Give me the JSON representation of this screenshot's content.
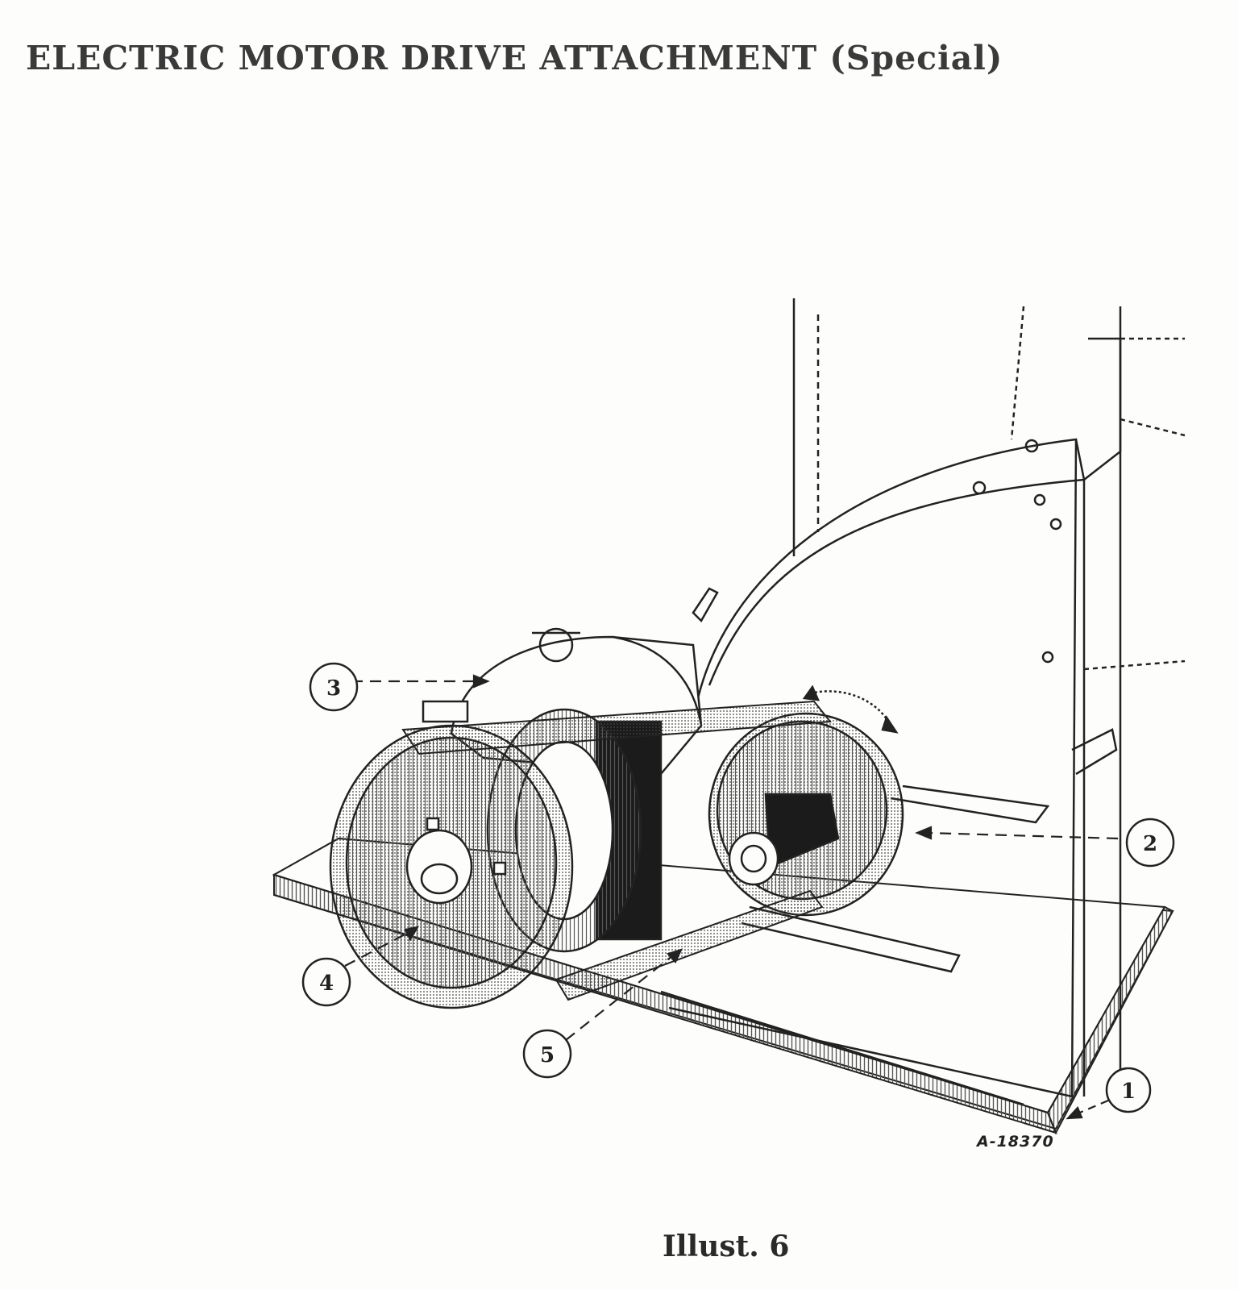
{
  "title": "ELECTRIC MOTOR DRIVE ATTACHMENT (Special)",
  "figure": {
    "callouts": [
      "1",
      "2",
      "3",
      "4",
      "5"
    ],
    "code": "A-18370"
  },
  "caption": "Illust. 6"
}
